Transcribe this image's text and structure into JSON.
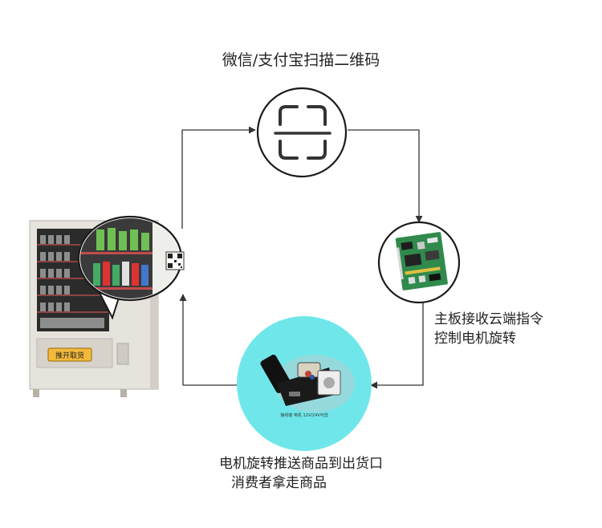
{
  "steps": {
    "scan": {
      "label": "微信/支付宝扫描二维码",
      "icon": "scan-frame-icon"
    },
    "board": {
      "line1": "主板接收云端指令",
      "line2": "控制电机旋转",
      "icon": "circuit-board-icon"
    },
    "motor": {
      "line1": "电机旋转推送商品到出货口",
      "line2": "消费者拿走商品",
      "icon": "motor-assembly-icon",
      "tiny_caption": "接线端  电机  12V/24V可选"
    },
    "machine": {
      "button_label": "推开取货",
      "icon": "vending-machine-icon"
    }
  },
  "colors": {
    "motor_circle_bg": "#6fe7ea",
    "board_green": "#2f8a4c",
    "machine_body": "#e6e2dc",
    "button_yellow": "#f3b93a"
  }
}
